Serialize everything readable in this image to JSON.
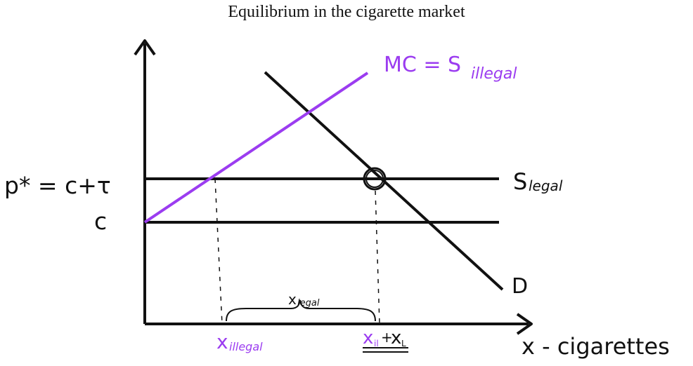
{
  "title": "Equilibrium in the cigarette market",
  "labels": {
    "price_star": "p* = c+τ",
    "cost": "c",
    "mc_supply": "MC = S",
    "mc_supply_sub": "illegal",
    "s_legal": "S",
    "s_legal_sub": "legal",
    "demand": "D",
    "x_legal": "x",
    "x_legal_sub": "legal",
    "x_illegal": "x",
    "x_illegal_sub": "illegal",
    "x_total_a": "x",
    "x_total_a_sub": "il",
    "x_total_plus": "+",
    "x_total_b": "x",
    "x_total_b_sub": "L",
    "x_axis": "x - cigarettes"
  },
  "colors": {
    "purple": "#9b3cf0",
    "black": "#111111"
  }
}
